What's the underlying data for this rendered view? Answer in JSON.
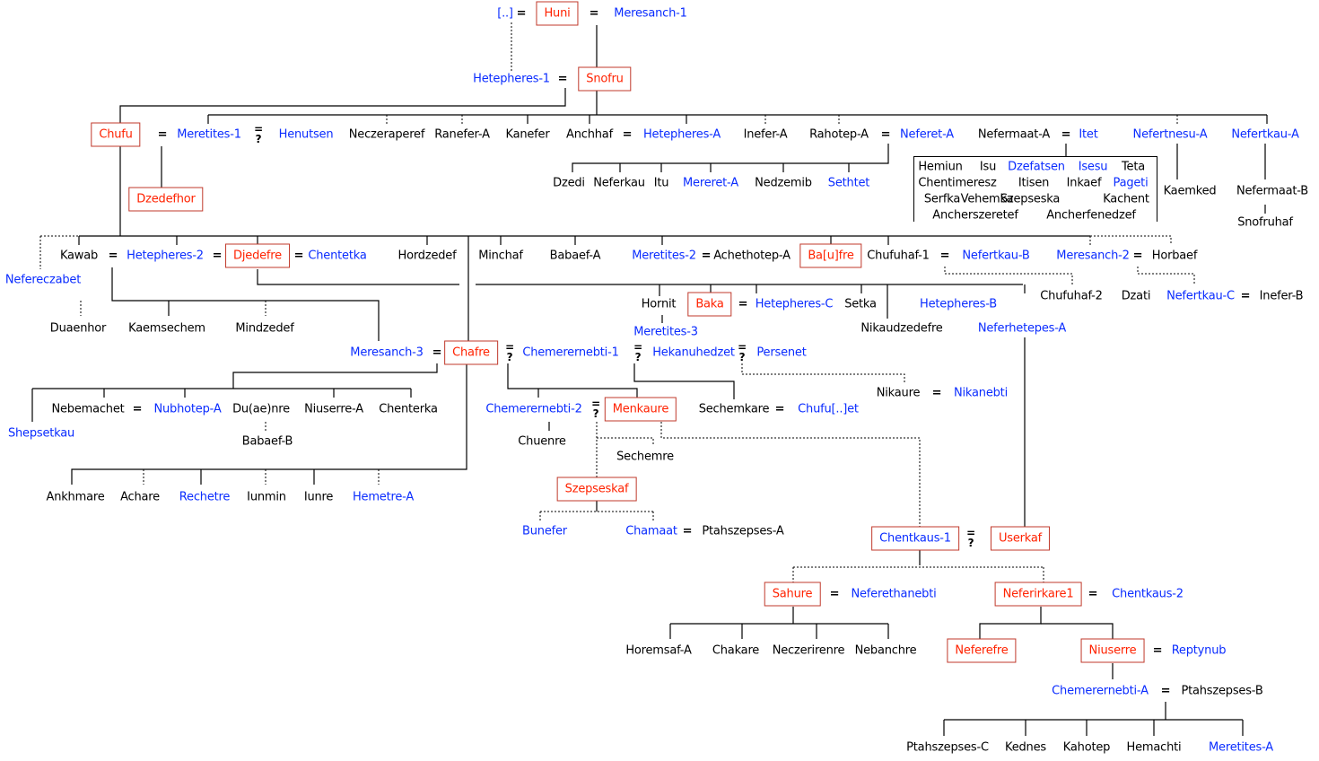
{
  "colors": {
    "king": "#ff2200",
    "female": "#0a2cff",
    "male": "#000000"
  },
  "nodes": [
    {
      "t": "[..]",
      "c": "f"
    },
    {
      "t": "=",
      "c": "eq"
    },
    {
      "t": "Huni",
      "c": "k"
    },
    {
      "t": "=",
      "c": "eq"
    },
    {
      "t": "Meresanch-1",
      "c": "f"
    },
    {
      "t": "Hetepheres-1",
      "c": "f"
    },
    {
      "t": "=",
      "c": "eq"
    },
    {
      "t": "Snofru",
      "c": "k"
    },
    {
      "t": "Chufu",
      "c": "k"
    },
    {
      "t": "=",
      "c": "eq"
    },
    {
      "t": "Meretites-1",
      "c": "f"
    },
    {
      "t": "=\n?",
      "c": "eqq"
    },
    {
      "t": "Henutsen",
      "c": "f"
    },
    {
      "t": "Neczeraperef",
      "c": "m"
    },
    {
      "t": "Ranefer-A",
      "c": "m"
    },
    {
      "t": "Kanefer",
      "c": "m"
    },
    {
      "t": "Anchhaf",
      "c": "m"
    },
    {
      "t": "=",
      "c": "eq"
    },
    {
      "t": "Hetepheres-A",
      "c": "f"
    },
    {
      "t": "Inefer-A",
      "c": "m"
    },
    {
      "t": "Rahotep-A",
      "c": "m"
    },
    {
      "t": "=",
      "c": "eq"
    },
    {
      "t": "Neferet-A",
      "c": "f"
    },
    {
      "t": "Nefermaat-A",
      "c": "m"
    },
    {
      "t": "=",
      "c": "eq"
    },
    {
      "t": "Itet",
      "c": "f"
    },
    {
      "t": "Nefertnesu-A",
      "c": "f"
    },
    {
      "t": "Nefertkau-A",
      "c": "f"
    },
    {
      "t": "Dzedi",
      "c": "m"
    },
    {
      "t": "Neferkau",
      "c": "m"
    },
    {
      "t": "Itu",
      "c": "m"
    },
    {
      "t": "Mereret-A",
      "c": "f"
    },
    {
      "t": "Nedzemib",
      "c": "m"
    },
    {
      "t": "Sethtet",
      "c": "f"
    },
    {
      "t": "Hemiun",
      "c": "m"
    },
    {
      "t": "Isu",
      "c": "m"
    },
    {
      "t": "Dzefatsen",
      "c": "f"
    },
    {
      "t": "Isesu",
      "c": "f"
    },
    {
      "t": "Teta",
      "c": "m"
    },
    {
      "t": "Chentimeresz",
      "c": "m"
    },
    {
      "t": "Itisen",
      "c": "m"
    },
    {
      "t": "Inkaef",
      "c": "m"
    },
    {
      "t": "Pageti",
      "c": "f"
    },
    {
      "t": "Serfka",
      "c": "m"
    },
    {
      "t": "Vehemka",
      "c": "m"
    },
    {
      "t": "Szepseska",
      "c": "m"
    },
    {
      "t": "Kachent",
      "c": "m"
    },
    {
      "t": "Ancherszeretef",
      "c": "m"
    },
    {
      "t": "Ancherfenedzef",
      "c": "m"
    },
    {
      "t": "Kaemked",
      "c": "m"
    },
    {
      "t": "Nefermaat-B",
      "c": "m"
    },
    {
      "t": "Snofruhaf",
      "c": "m"
    },
    {
      "t": "Dzedefhor",
      "c": "k"
    },
    {
      "t": "Kawab",
      "c": "m"
    },
    {
      "t": "=",
      "c": "eq"
    },
    {
      "t": "Hetepheres-2",
      "c": "f"
    },
    {
      "t": "=",
      "c": "eq"
    },
    {
      "t": "Djedefre",
      "c": "k"
    },
    {
      "t": "=",
      "c": "eq"
    },
    {
      "t": "Chentetka",
      "c": "f"
    },
    {
      "t": "Hordzedef",
      "c": "m"
    },
    {
      "t": "Minchaf",
      "c": "m"
    },
    {
      "t": "Babaef-A",
      "c": "m"
    },
    {
      "t": "Meretites-2",
      "c": "f"
    },
    {
      "t": "=",
      "c": "eq"
    },
    {
      "t": "Achethotep-A",
      "c": "m"
    },
    {
      "t": "Ba[u]fre",
      "c": "k"
    },
    {
      "t": "Chufuhaf-1",
      "c": "m"
    },
    {
      "t": "=",
      "c": "eq"
    },
    {
      "t": "Nefertkau-B",
      "c": "f"
    },
    {
      "t": "Meresanch-2",
      "c": "f"
    },
    {
      "t": "=",
      "c": "eq"
    },
    {
      "t": "Horbaef",
      "c": "m"
    },
    {
      "t": "Nefereczabet",
      "c": "f"
    },
    {
      "t": "Chufuhaf-2",
      "c": "m"
    },
    {
      "t": "Dzati",
      "c": "m"
    },
    {
      "t": "Nefertkau-C",
      "c": "f"
    },
    {
      "t": "=",
      "c": "eq"
    },
    {
      "t": "Inefer-B",
      "c": "m"
    },
    {
      "t": "Hornit",
      "c": "m"
    },
    {
      "t": "Baka",
      "c": "k"
    },
    {
      "t": "=",
      "c": "eq"
    },
    {
      "t": "Hetepheres-C",
      "c": "f"
    },
    {
      "t": "Setka",
      "c": "m"
    },
    {
      "t": "Hetepheres-B",
      "c": "f"
    },
    {
      "t": "Meretites-3",
      "c": "f"
    },
    {
      "t": "Nikaudzedefre",
      "c": "m"
    },
    {
      "t": "Neferhetepes-A",
      "c": "f"
    },
    {
      "t": "Duaenhor",
      "c": "m"
    },
    {
      "t": "Kaemsechem",
      "c": "m"
    },
    {
      "t": "Mindzedef",
      "c": "m"
    },
    {
      "t": "Meresanch-3",
      "c": "f"
    },
    {
      "t": "=",
      "c": "eq"
    },
    {
      "t": "Chafre",
      "c": "k"
    },
    {
      "t": "=\n?",
      "c": "eqq"
    },
    {
      "t": "Chemerernebti-1",
      "c": "f"
    },
    {
      "t": "=\n?",
      "c": "eqq"
    },
    {
      "t": "Hekanuhedzet",
      "c": "f"
    },
    {
      "t": "=\n?",
      "c": "eqq"
    },
    {
      "t": "Persenet",
      "c": "f"
    },
    {
      "t": "Nikaure",
      "c": "m"
    },
    {
      "t": "=",
      "c": "eq"
    },
    {
      "t": "Nikanebti",
      "c": "f"
    },
    {
      "t": "Nebemachet",
      "c": "m"
    },
    {
      "t": "=",
      "c": "eq"
    },
    {
      "t": "Nubhotep-A",
      "c": "f"
    },
    {
      "t": "Du(ae)nre",
      "c": "m"
    },
    {
      "t": "Niuserre-A",
      "c": "m"
    },
    {
      "t": "Chenterka",
      "c": "m"
    },
    {
      "t": "Chemerernebti-2",
      "c": "f"
    },
    {
      "t": "=\n?",
      "c": "eqq"
    },
    {
      "t": "Menkaure",
      "c": "k"
    },
    {
      "t": "Sechemkare",
      "c": "m"
    },
    {
      "t": "=",
      "c": "eq"
    },
    {
      "t": "Chufu[..]et",
      "c": "f"
    },
    {
      "t": "Shepsetkau",
      "c": "f"
    },
    {
      "t": "Babaef-B",
      "c": "m"
    },
    {
      "t": "Chuenre",
      "c": "m"
    },
    {
      "t": "Sechemre",
      "c": "m"
    },
    {
      "t": "Ankhmare",
      "c": "m"
    },
    {
      "t": "Achare",
      "c": "m"
    },
    {
      "t": "Rechetre",
      "c": "f"
    },
    {
      "t": "Iunmin",
      "c": "m"
    },
    {
      "t": "Iunre",
      "c": "m"
    },
    {
      "t": "Hemetre-A",
      "c": "f"
    },
    {
      "t": "Szepseskaf",
      "c": "k"
    },
    {
      "t": "Bunefer",
      "c": "f"
    },
    {
      "t": "Chamaat",
      "c": "f"
    },
    {
      "t": "=",
      "c": "eq"
    },
    {
      "t": "Ptahszepses-A",
      "c": "m"
    },
    {
      "t": "Chentkaus-1",
      "c": "s"
    },
    {
      "t": "=\n?",
      "c": "eqq"
    },
    {
      "t": "Userkaf",
      "c": "k"
    },
    {
      "t": "Sahure",
      "c": "k"
    },
    {
      "t": "=",
      "c": "eq"
    },
    {
      "t": "Neferethanebti",
      "c": "f"
    },
    {
      "t": "Neferirkare1",
      "c": "k"
    },
    {
      "t": "=",
      "c": "eq"
    },
    {
      "t": "Chentkaus-2",
      "c": "f"
    },
    {
      "t": "Horemsaf-A",
      "c": "m"
    },
    {
      "t": "Chakare",
      "c": "m"
    },
    {
      "t": "Neczerirenre",
      "c": "m"
    },
    {
      "t": "Nebanchre",
      "c": "m"
    },
    {
      "t": "Neferefre",
      "c": "k"
    },
    {
      "t": "Niuserre",
      "c": "k"
    },
    {
      "t": "=",
      "c": "eq"
    },
    {
      "t": "Reptynub",
      "c": "f"
    },
    {
      "t": "Chemerernebti-A",
      "c": "f"
    },
    {
      "t": "=",
      "c": "eq"
    },
    {
      "t": "Ptahszepses-B",
      "c": "m"
    },
    {
      "t": "Ptahszepses-C",
      "c": "m"
    },
    {
      "t": "Kednes",
      "c": "m"
    },
    {
      "t": "Kahotep",
      "c": "m"
    },
    {
      "t": "Hemachti",
      "c": "m"
    },
    {
      "t": "Meretites-A",
      "c": "f"
    }
  ]
}
